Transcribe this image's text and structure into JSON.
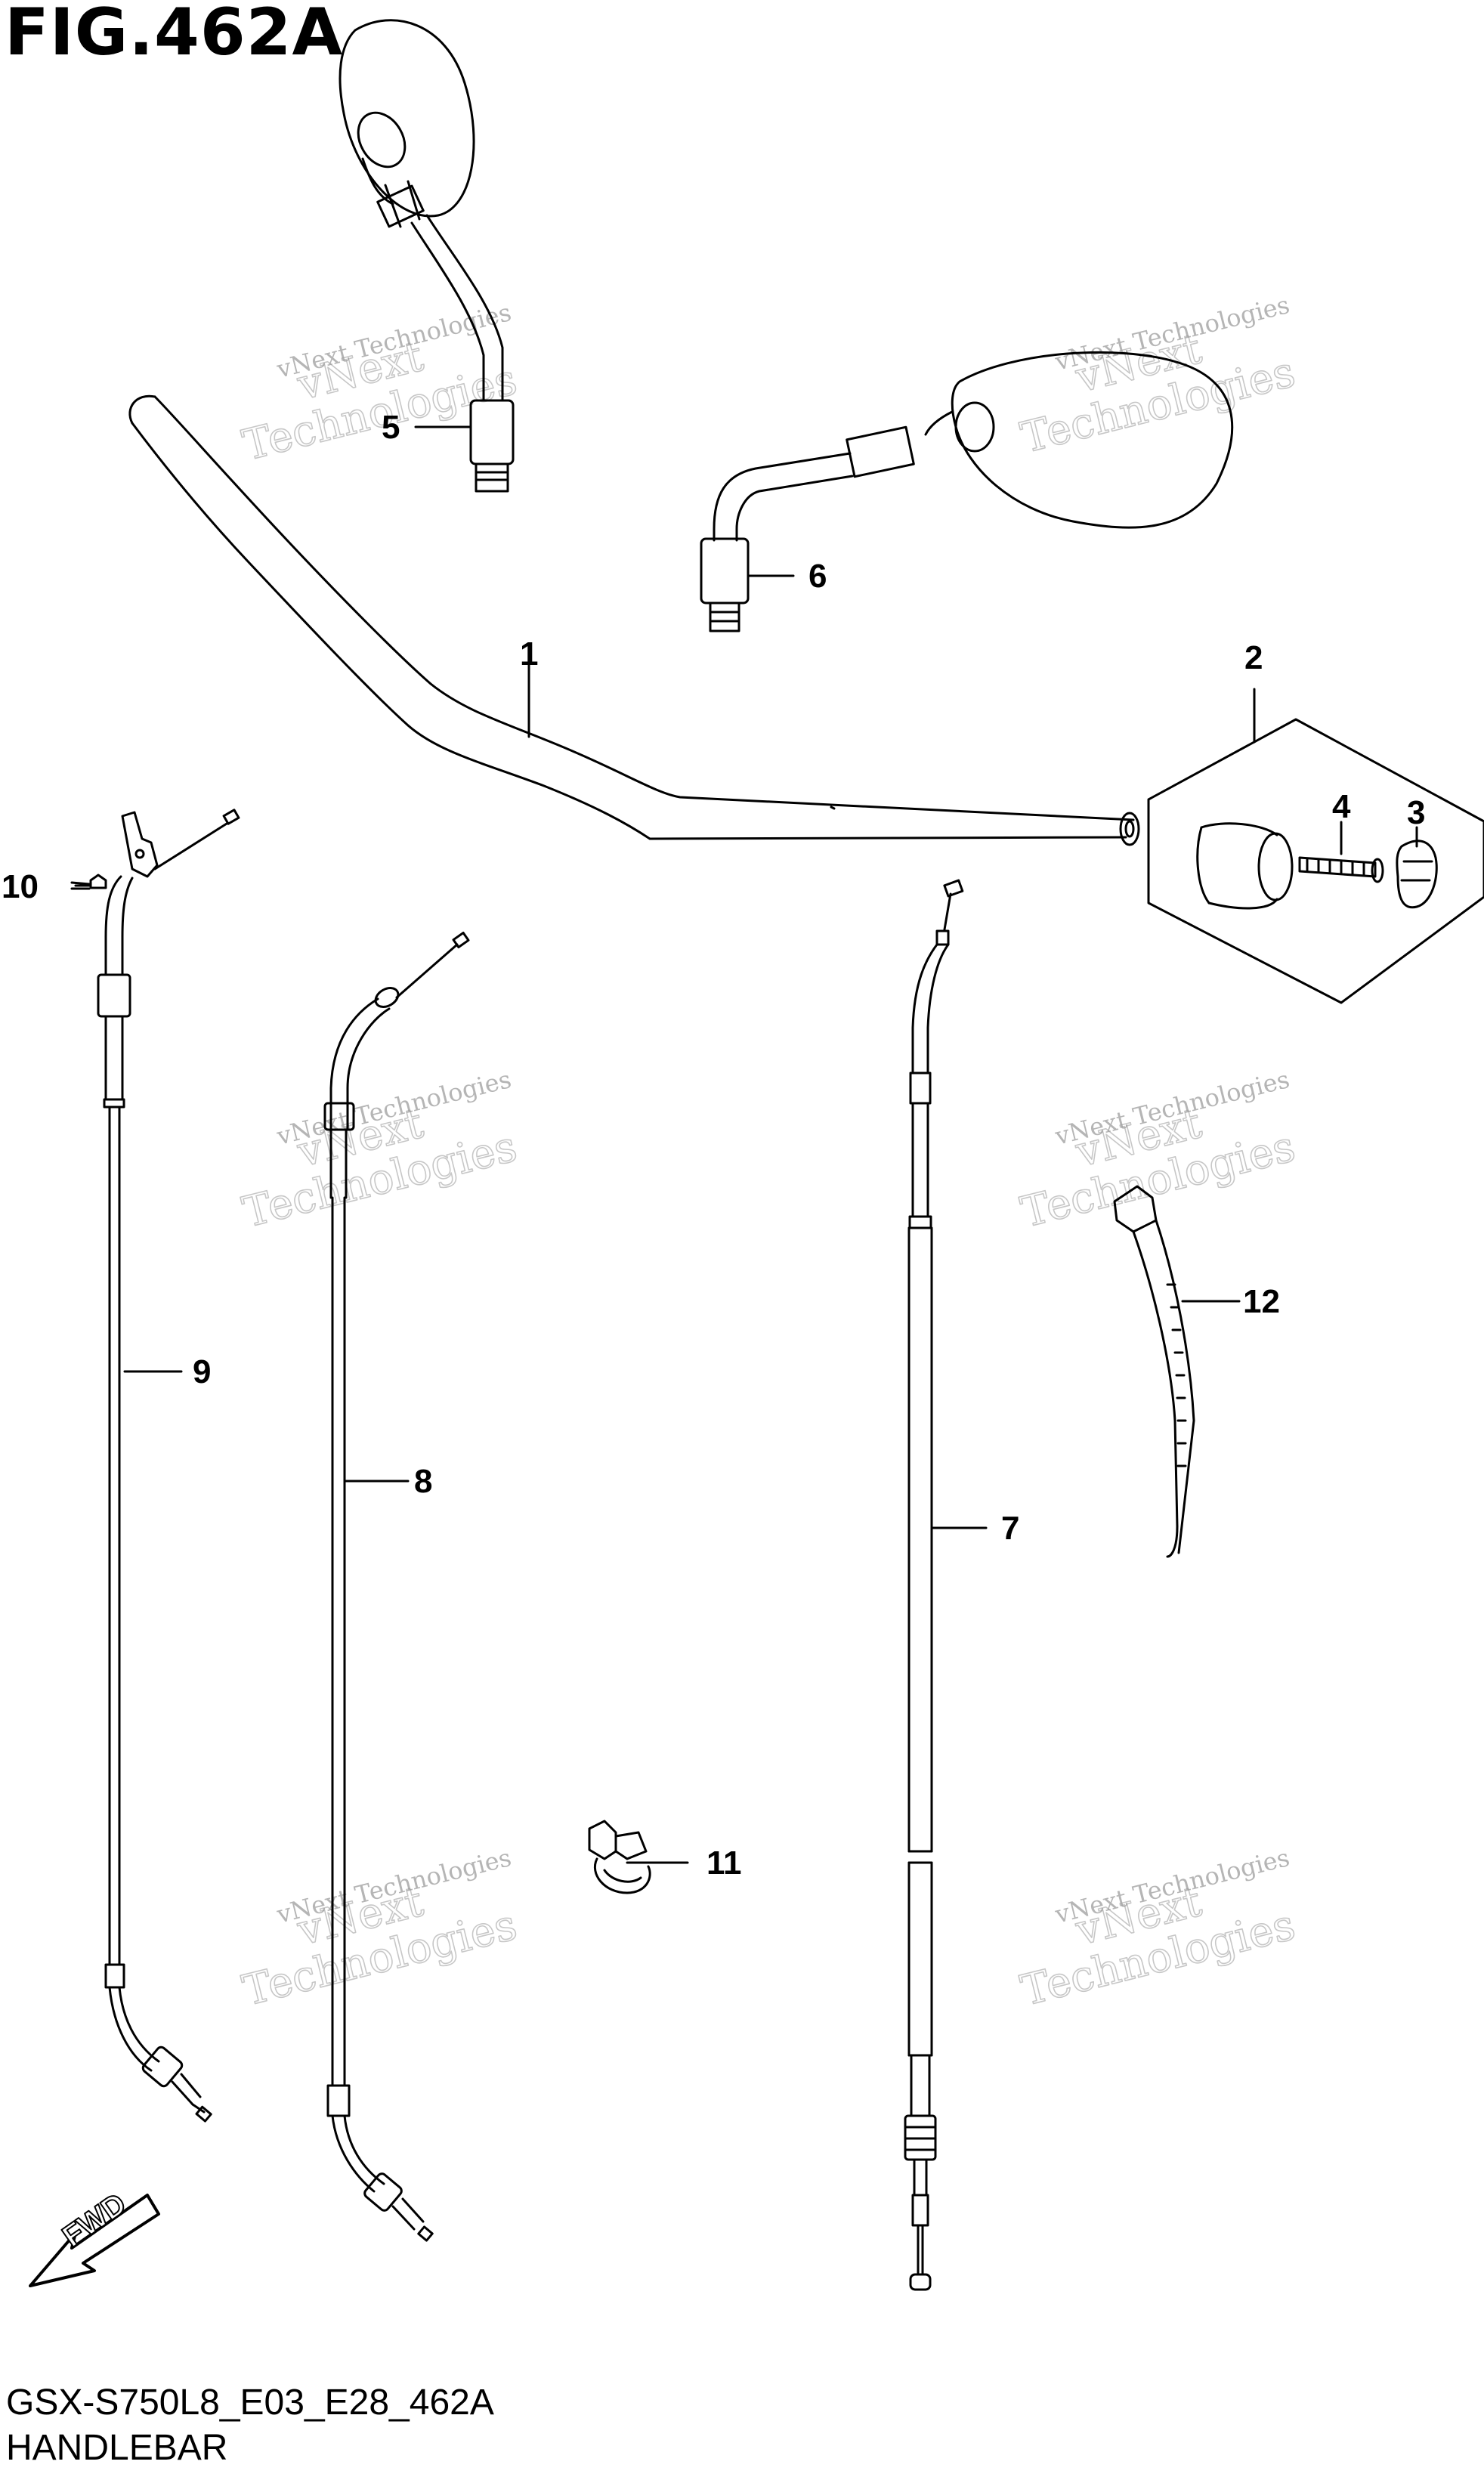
{
  "title": "FIG.462A",
  "diagram_code": "GSX-S750L8_E03_E28_462A",
  "diagram_name": "HANDLEBAR",
  "watermark": {
    "line1": "vNext Technologies",
    "line2_a": "vNext",
    "line2_b": "Technologies"
  },
  "fwd_label": "FWD",
  "part_labels": [
    "1",
    "2",
    "3",
    "4",
    "5",
    "6",
    "7",
    "8",
    "9",
    "10",
    "11",
    "12"
  ]
}
